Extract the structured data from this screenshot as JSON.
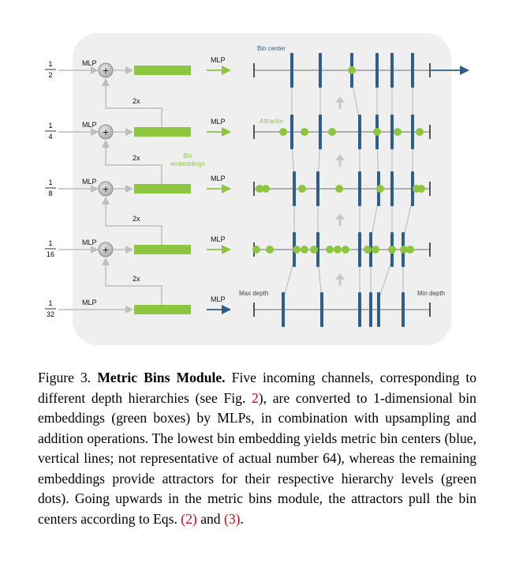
{
  "figure": {
    "rows": [
      {
        "frac_num": "1",
        "frac_den": "2",
        "mlp_in": "MLP",
        "mlp_out": "MLP",
        "has_plus": true
      },
      {
        "frac_num": "1",
        "frac_den": "4",
        "mlp_in": "MLP",
        "mlp_out": "MLP",
        "has_plus": true
      },
      {
        "frac_num": "1",
        "frac_den": "8",
        "mlp_in": "MLP",
        "mlp_out": "MLP",
        "has_plus": true
      },
      {
        "frac_num": "1",
        "frac_den": "16",
        "mlp_in": "MLP",
        "mlp_out": "MLP",
        "has_plus": true
      },
      {
        "frac_num": "1",
        "frac_den": "32",
        "mlp_in": "MLP",
        "mlp_out": "MLP",
        "has_plus": false
      }
    ],
    "upsample_label": "2x",
    "plus_symbol": "+",
    "bin_embeddings_line1": "Bin",
    "bin_embeddings_line2": "embeddings",
    "bin_center_label": "Bin center",
    "attractor_label": "Attractor",
    "max_depth_label": "Max depth",
    "min_depth_label": "Min depth",
    "colors": {
      "green": "#8cc63f",
      "blue": "#2e5f8a",
      "gray_line": "#9a9a9a",
      "panel": "#efefef",
      "arrow_gray": "#c4c4c4"
    }
  },
  "caption": {
    "figure_label": "Figure 3.",
    "title": "Metric Bins Module.",
    "part1": "Five incoming channels, corresponding to different depth hierarchies (see Fig.",
    "ref1": "2",
    "part2": "), are converted to 1-dimensional bin embeddings (green boxes) by MLPs, in combination with upsampling and addition operations. The lowest bin embedding yields metric bin centers (blue, vertical lines; not representative of actual number 64), whereas the remaining embeddings provide attractors for their respective hierarchy levels (green dots). Going upwards in the metric bins module, the attractors pull the bin centers according to Eqs.",
    "ref2": "(2)",
    "part3": "and",
    "ref3": "(3)",
    "part4": "."
  }
}
